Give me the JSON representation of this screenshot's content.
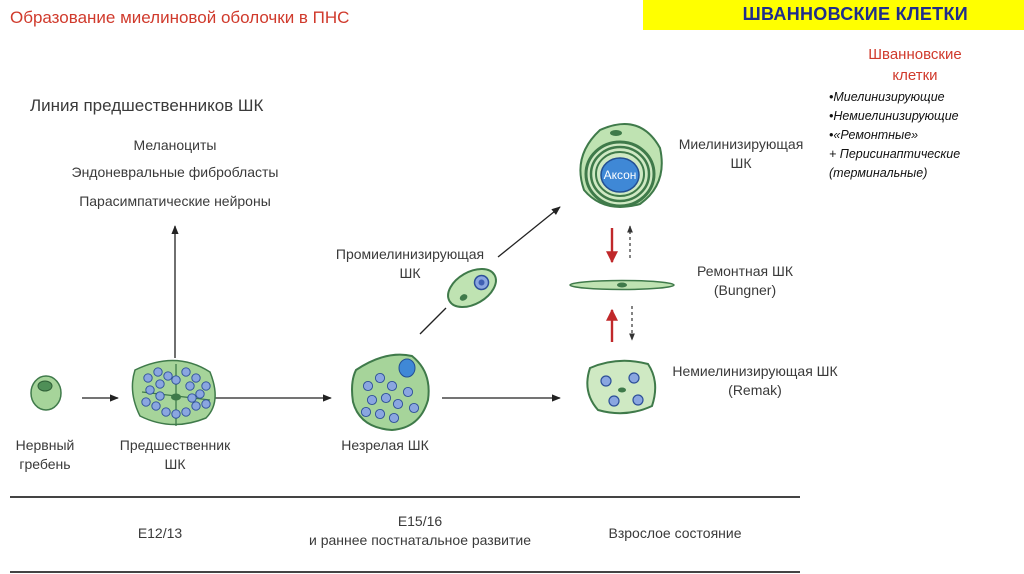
{
  "slide": {
    "title": "Образование миелиновой оболочки в ПНС",
    "banner": "ШВАННОВСКИЕ КЛЕТКИ",
    "colors": {
      "title": "#d03a2c",
      "banner_bg": "#ffff00",
      "banner_text": "#1f2d8c"
    }
  },
  "side_note": {
    "heading_line1": "Шванновские",
    "heading_line2": "клетки",
    "items": [
      "•Миелинизирующие",
      "•Немиелинизирующие",
      "•«Ремонтные»",
      "+ Перисинаптические",
      "(терминальные)"
    ]
  },
  "diagram": {
    "lineage_heading": "Линия предшественников ШК",
    "lineage_items": [
      "Меланоциты",
      "Эндоневральные фибробласты",
      "Парасимпатические нейроны"
    ],
    "nodes": {
      "neural_crest": [
        "Нервный",
        "гребень"
      ],
      "precursor": [
        "Предшественник",
        "ШК"
      ],
      "immature": "Незрелая ШК",
      "promyelinating": [
        "Промиелинизирующая",
        "ШК"
      ],
      "myelinating": [
        "Миелинизирующая",
        "ШК"
      ],
      "axon": "Аксон",
      "repair": [
        "Ремонтная ШК",
        "(Bungner)"
      ],
      "nonmyelinating": [
        "Немиелинизирующая ШК",
        "(Remak)"
      ]
    },
    "timeline": {
      "stage1": "E12/13",
      "stage2_line1": "E15/16",
      "stage2_line2": "и раннее постнатальное развитие",
      "stage3": "Взрослое состояние"
    },
    "colors": {
      "cell_green": "#a6d49a",
      "cell_dark": "#3f7a4a",
      "nucleus_blue": "#8aa6e0",
      "axon_blue": "#3f88d6",
      "red_arrow": "#c0282a"
    }
  }
}
